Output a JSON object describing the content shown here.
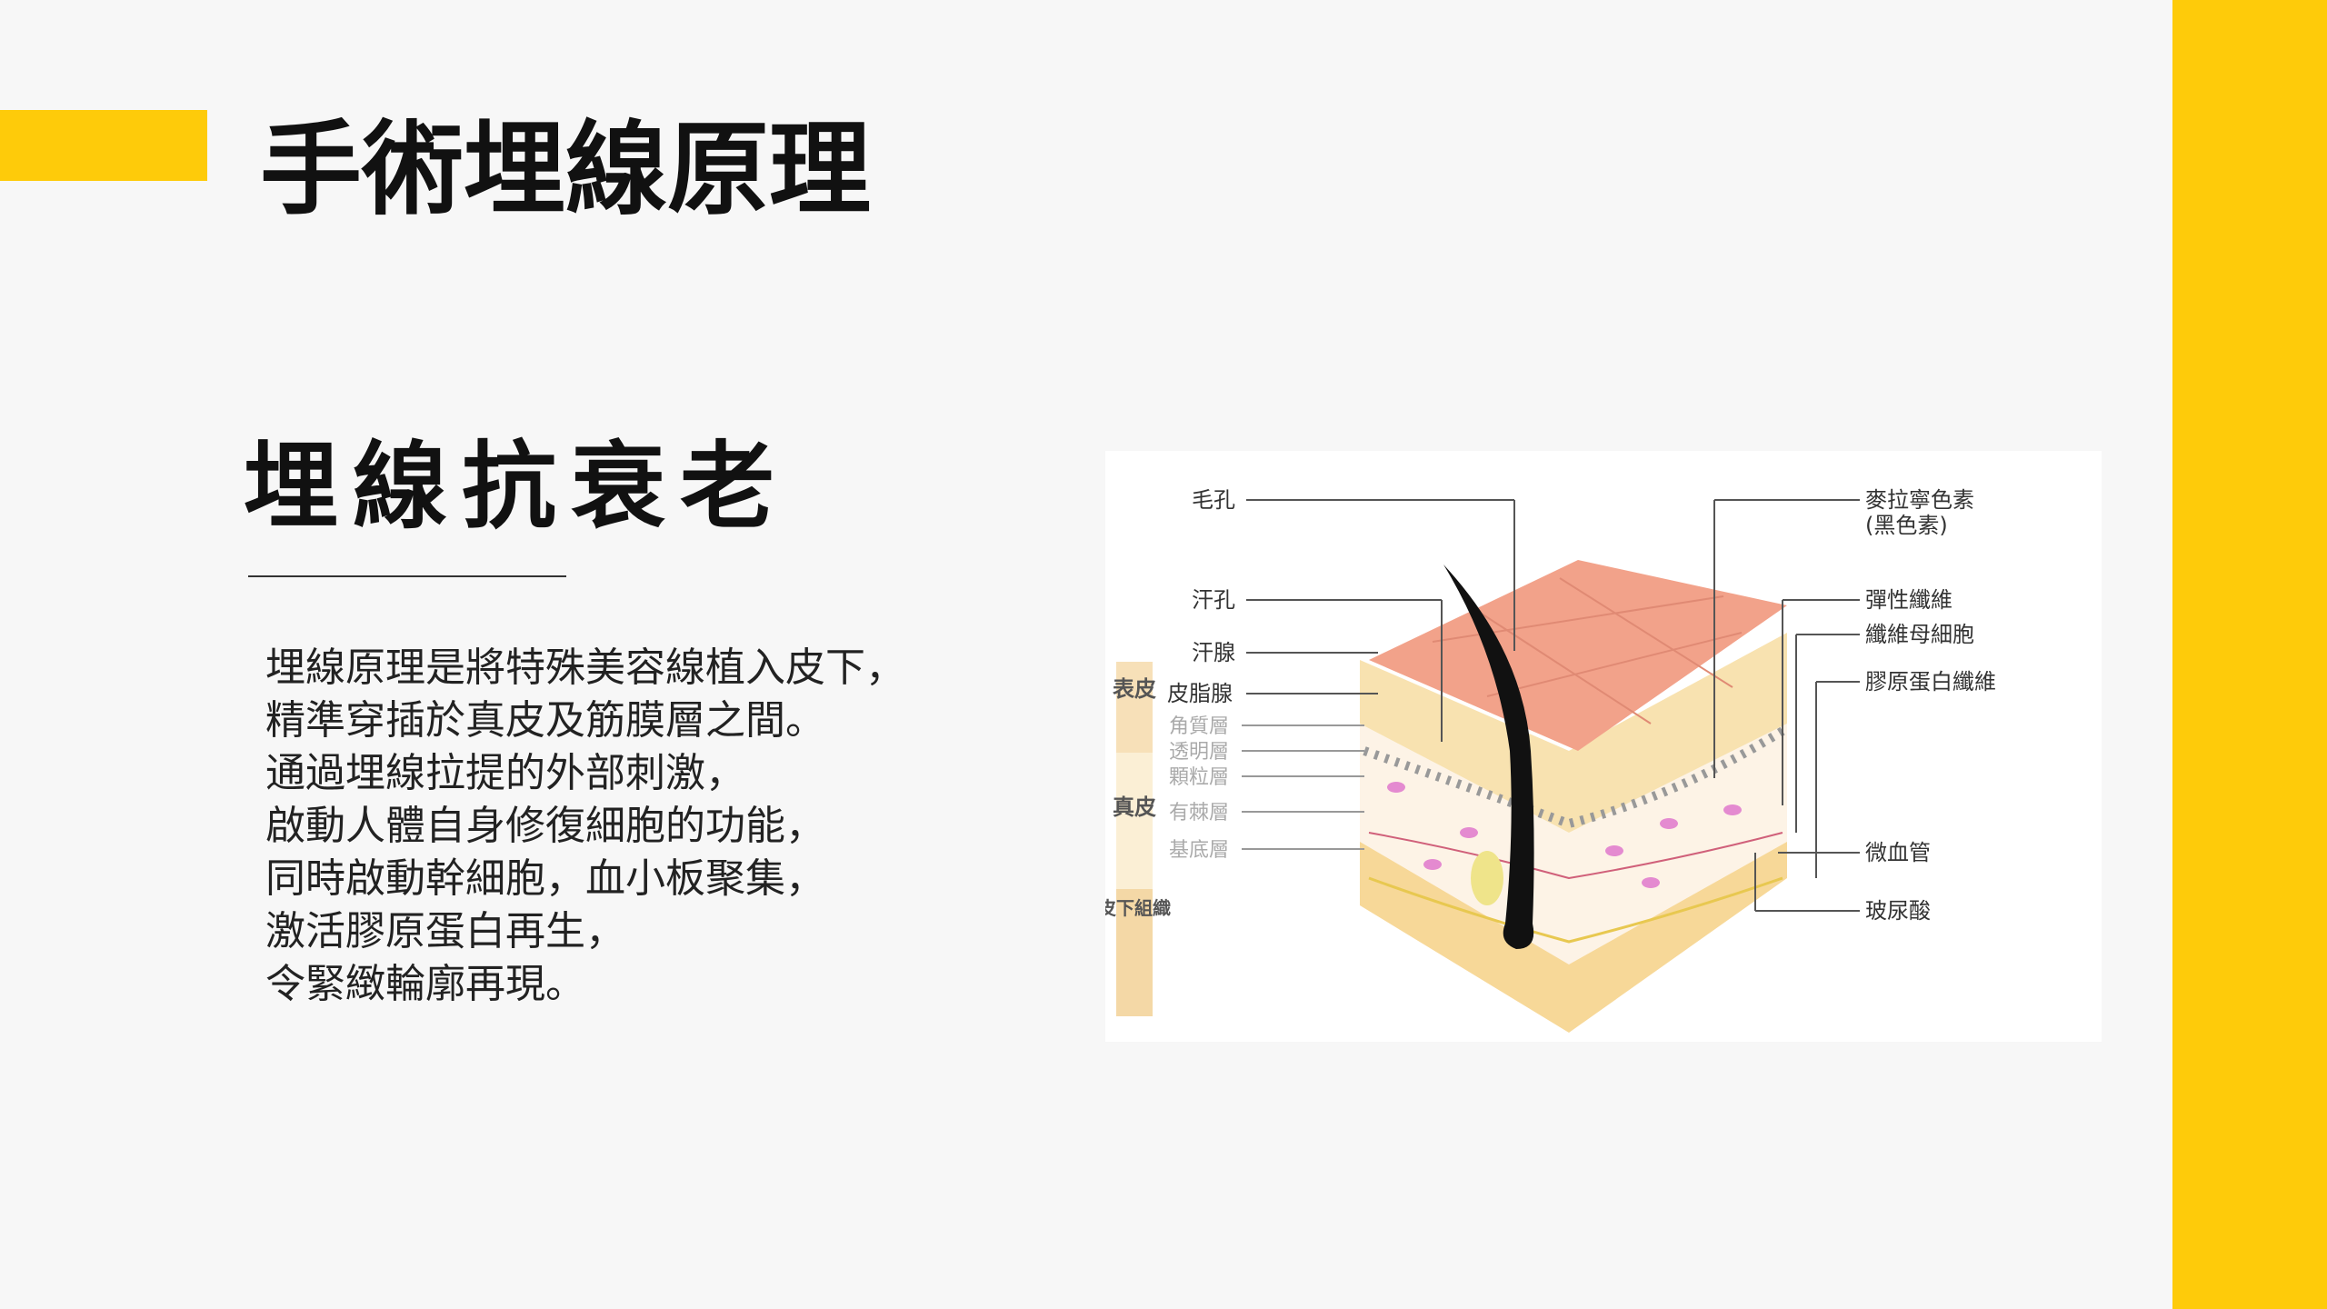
{
  "slide": {
    "title": "手術埋線原理",
    "section_title": "埋線抗衰老",
    "body_lines": [
      "埋線原理是將特殊美容線植入皮下，",
      "精準穿插於真皮及筋膜層之間。",
      "通過埋線拉提的外部刺激，",
      "啟動人體自身修復細胞的功能，",
      "同時啟動幹細胞，血小板聚集，",
      "激活膠原蛋白再生，",
      "令緊緻輪廓再現。"
    ]
  },
  "diagram": {
    "left_labels": [
      "毛孔",
      "汗孔",
      "汗腺",
      "皮脂腺"
    ],
    "layer_labels": [
      "角質層",
      "透明層",
      "顆粒層",
      "有棘層",
      "基底層"
    ],
    "side_labels": [
      "表皮",
      "真皮",
      "皮下組織"
    ],
    "right_labels": [
      "麥拉寧色素",
      "(黑色素)",
      "彈性纖維",
      "纖維母細胞",
      "膠原蛋白纖維",
      "微血管",
      "玻尿酸"
    ]
  },
  "colors": {
    "accent": "#fecb0a",
    "background": "#f7f7f7"
  }
}
